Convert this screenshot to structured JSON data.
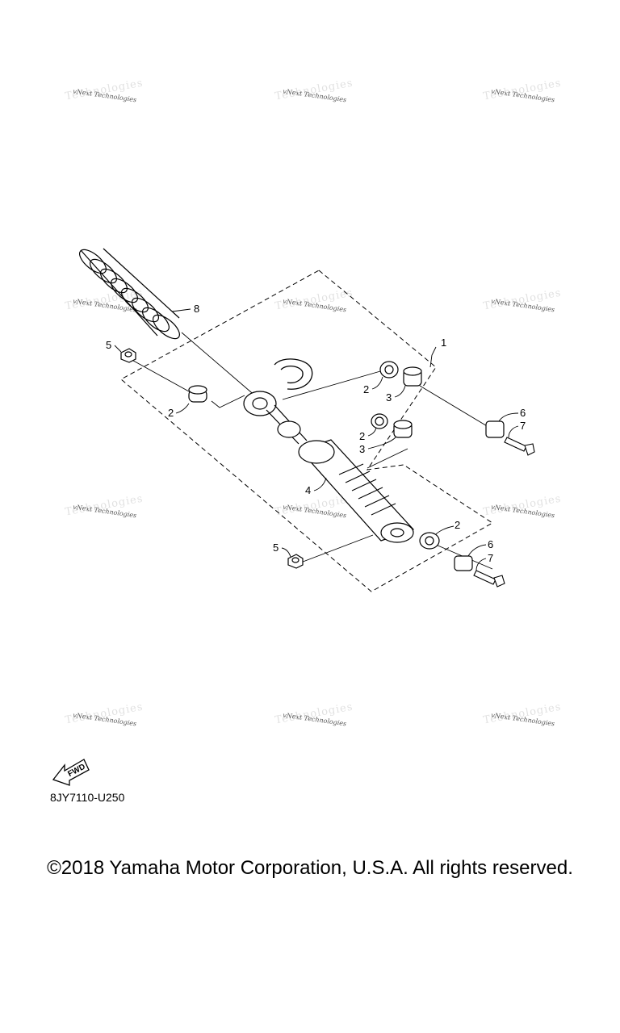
{
  "watermark": {
    "text": "vNext Technologies",
    "ghost_text": "Technologies"
  },
  "diagram": {
    "callouts": [
      "1",
      "2",
      "3",
      "4",
      "5",
      "6",
      "7",
      "8"
    ],
    "fwd_label": "FWD",
    "part_code": "8JY7110-U250"
  },
  "footer": {
    "copyright": "©2018 Yamaha Motor Corporation, U.S.A. All rights reserved."
  }
}
